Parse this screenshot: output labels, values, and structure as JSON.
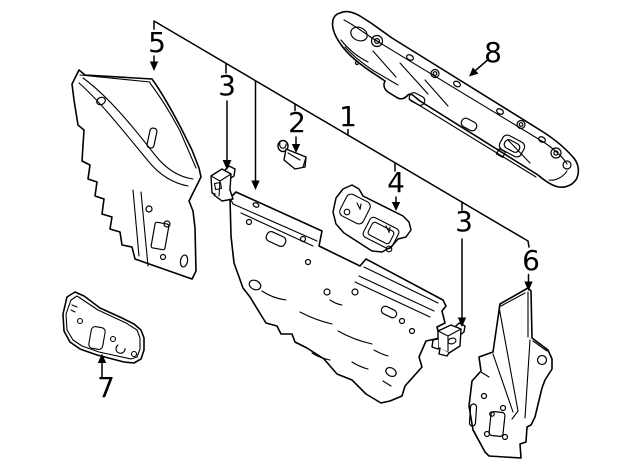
{
  "diagram": {
    "colors": {
      "background": "#ffffff",
      "line": "#000000",
      "label": "#000000"
    },
    "callouts": {
      "c1": {
        "label": "1"
      },
      "c2": {
        "label": "2"
      },
      "c3a": {
        "label": "3"
      },
      "c3b": {
        "label": "3"
      },
      "c4": {
        "label": "4"
      },
      "c5": {
        "label": "5"
      },
      "c6": {
        "label": "6"
      },
      "c7": {
        "label": "7"
      },
      "c8": {
        "label": "8"
      }
    }
  }
}
